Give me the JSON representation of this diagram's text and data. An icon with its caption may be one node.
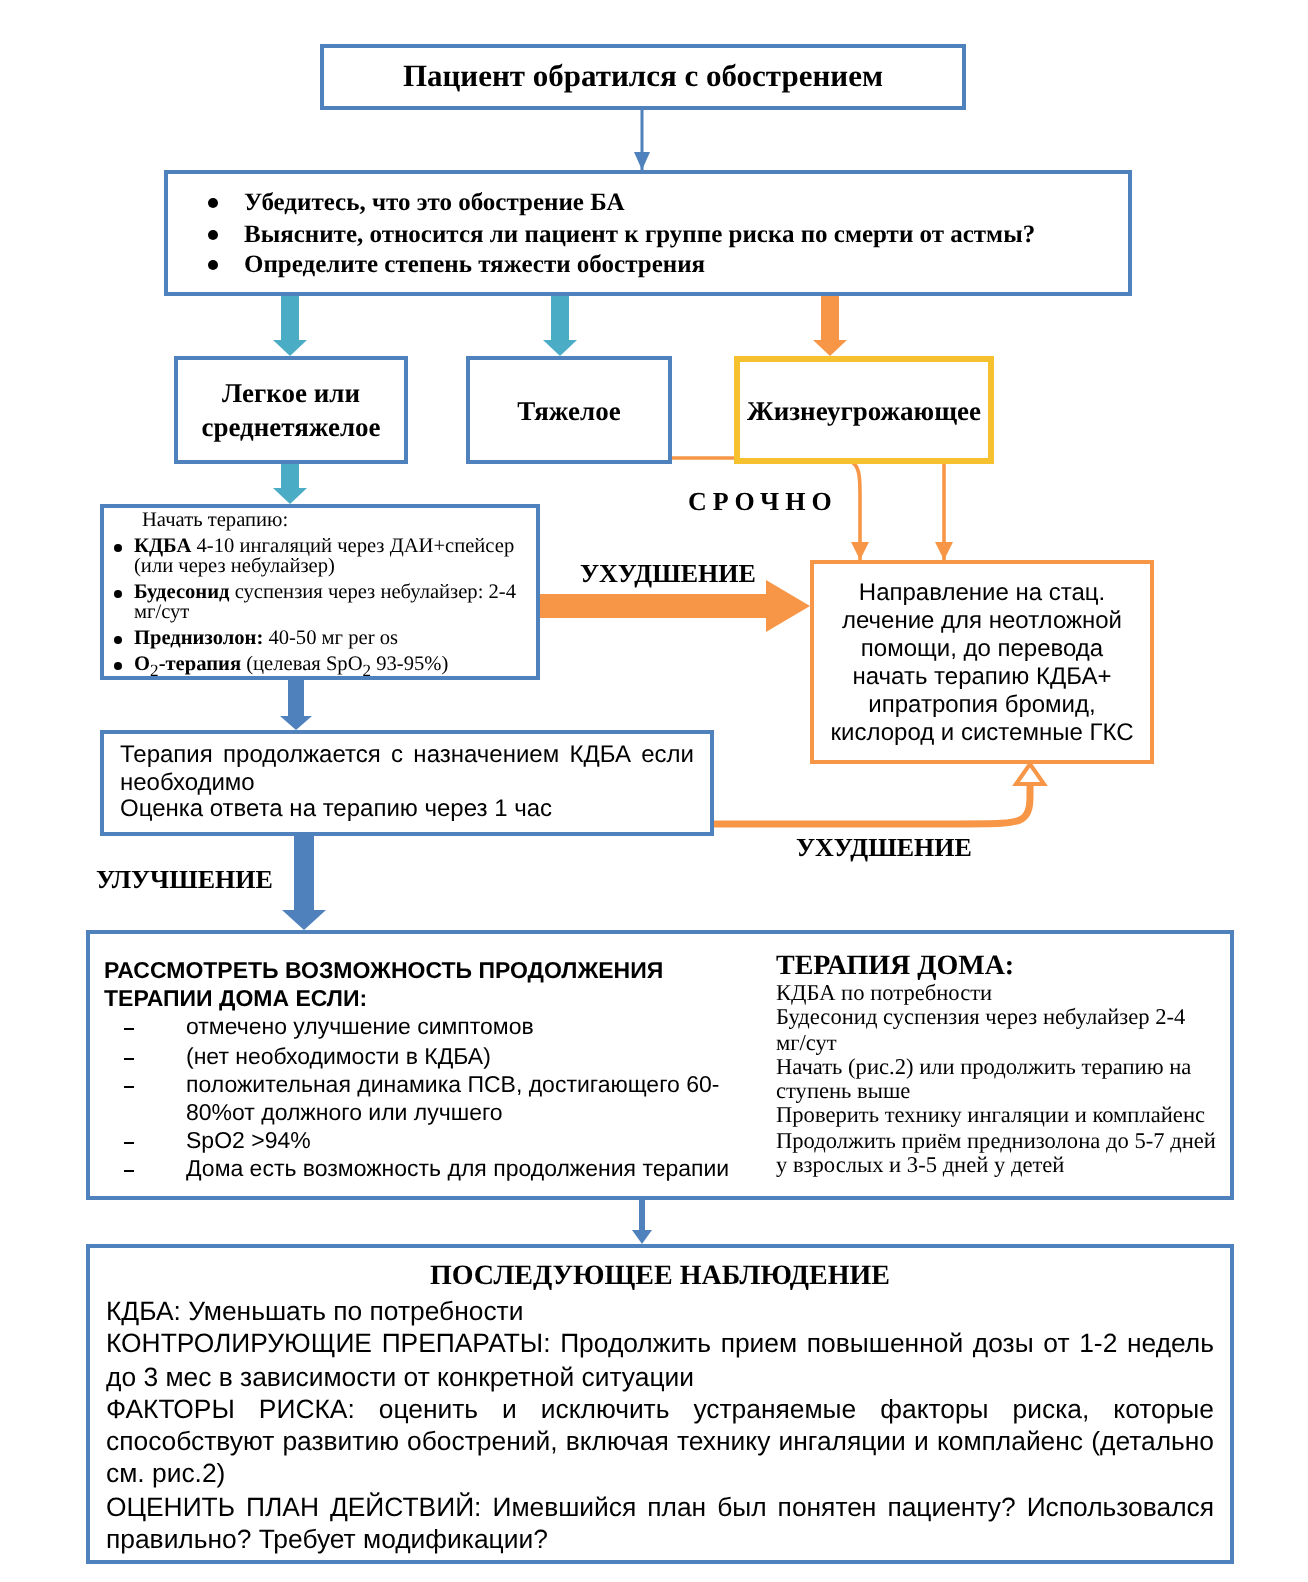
{
  "diagram": {
    "nodes": [
      {
        "text": [
          "Пациент обратился с обострением"
        ]
      },
      {
        "text": [
          "Убедитесь, что это обострение БА",
          "Выясните, относится ли пациент к группе риска по смерти от астмы?",
          "Определите степень тяжести обострения"
        ]
      },
      {
        "text": [
          "Легкое или среднетяжелое"
        ]
      },
      {
        "text": [
          "Тяжелое"
        ]
      },
      {
        "text": [
          "Жизнеугрожающее"
        ]
      },
      {
        "text": [
          "Начать терапию:",
          "**КДБА** 4-10 ингаляций через ДАИ+спейсер (или через небулайзер)",
          "**Будесонид** суспензия через небулайзер: 2-4 мг/сут",
          "**Преднизолон:** 40-50 мг per os",
          "**O**$_{2}$**-терапия** (целевая SpO$_{2}$ 93-95%)"
        ]
      },
      {
        "text": [
          "Направление на стац. лечение для неотложной помощи, до перевода начать терапию КДБА+ ипратропия бромид, кислород и системные ГКС"
        ]
      },
      {
        "text": [
          "Терапия продолжается с назначением КДБА если необходимо",
          "Оценка ответа на терапию через 1 час"
        ]
      },
      {
        "text": [
          "РАССМОТРЕТЬ ВОЗМОЖНОСТЬ ПРОДОЛЖЕНИЯ ТЕРАПИИ ДОМА ЕСЛИ:",
          "отмечено улучшение симптомов",
          "(нет необходимости в КДБА)",
          "положительная динамика ПСВ, достигающего 60-80%от должного или лучшего",
          "SpO2 >94%",
          "Дома есть возможность для продолжения терапии",
          "ТЕРАПИЯ ДОМА:",
          "КДБА по потребности",
          "Будесонид суспензия через небулайзер 2-4 мг/сут",
          "Начать (рис.2) или продолжить терапию на ступень выше",
          "Проверить технику ингаляции и комплайенс",
          "Продолжить приём преднизолона до 5-7 дней у взрослых и 3-5 дней у детей"
        ]
      },
      {
        "text": [
          "ПОСЛЕДУЮЩЕЕ НАБЛЮДЕНИЕ",
          "КДБА: Уменьшать по потребности",
          "КОНТРОЛИРУЮЩИЕ ПРЕПАРАТЫ: Продолжить прием повышенной дозы от 1-2 недель до 3 мес в зависимости от конкретной ситуации",
          "ФАКТОРЫ РИСКА: оценить и исключить устраняемые факторы риска, которые способствуют развитию обострений, включая технику ингаляции и комплайенс (детально см. рис.2)",
          "ОЦЕНИТЬ ПЛАН ДЕЙСТВИЙ: Имевшийся план был понятен пациенту? Использовался правильно? Требует модификации?"
        ]
      }
    ],
    "edges": [
      {
        "from": 0,
        "to": 1,
        "arrow": "to",
        "color": "#4f81bd"
      },
      {
        "from": 1,
        "to": 2,
        "arrow": "to",
        "color": "#4bacc6"
      },
      {
        "from": 1,
        "to": 3,
        "arrow": "to",
        "color": "#4bacc6"
      },
      {
        "from": 1,
        "to": 4,
        "arrow": "to",
        "color": "#f79646"
      },
      {
        "from": 2,
        "to": 5,
        "arrow": "to",
        "color": "#4bacc6"
      },
      {
        "from": 3,
        "to": 6,
        "arrow": "to",
        "color": "#f79646"
      },
      {
        "from": 4,
        "to": 6,
        "arrow": "to",
        "color": "#f79646"
      },
      {
        "from": 5,
        "to": 6,
        "label": "УХУДШЕНИЕ",
        "arrow": "to",
        "color": "#f79646"
      },
      {
        "from": 5,
        "to": 7,
        "arrow": "to",
        "color": "#4f81bd"
      },
      {
        "from": 7,
        "to": 6,
        "label": "УХУДШЕНИЕ",
        "arrow": "to",
        "color": "#f79646"
      },
      {
        "from": 7,
        "to": 8,
        "label": "УЛУЧШЕНИЕ",
        "arrow": "to",
        "color": "#4f81bd"
      },
      {
        "from": 8,
        "to": 9,
        "arrow": "to",
        "color": "#4f81bd"
      }
    ],
    "labels": [
      "СРОЧНО"
    ]
  }
}
